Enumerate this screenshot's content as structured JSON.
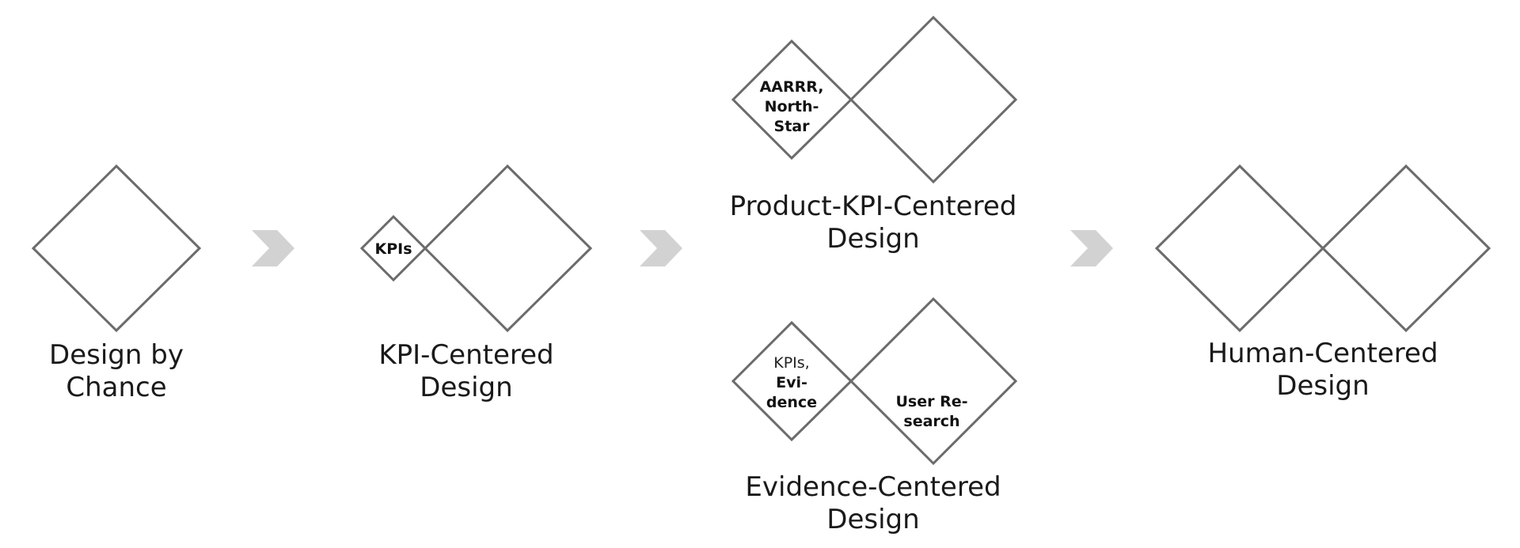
{
  "stages": {
    "design_by_chance": {
      "line1": "Design by",
      "line2": "Chance"
    },
    "kpi_centered": {
      "line1": "KPI-Centered",
      "line2": "Design",
      "inner": "KPIs"
    },
    "product_kpi_centered": {
      "line1": "Product-KPI-Centered",
      "line2": "Design",
      "inner1": "AARRR,",
      "inner2": "North-",
      "inner3": "Star"
    },
    "evidence_centered": {
      "line1": "Evidence-Centered",
      "line2": "Design",
      "inner1": "KPIs,",
      "inner2": "Evi-",
      "inner3": "dence",
      "inner4": "User Re-",
      "inner5": "search"
    },
    "human_centered": {
      "line1": "Human-Centered",
      "line2": "Design"
    }
  },
  "colors": {
    "diamond_stroke": "#6b6b6b",
    "arrow_fill": "#d2d2d2",
    "text": "#1a1a1a"
  },
  "icons": [
    "chevron-right-icon",
    "chevron-right-icon",
    "chevron-right-icon"
  ]
}
